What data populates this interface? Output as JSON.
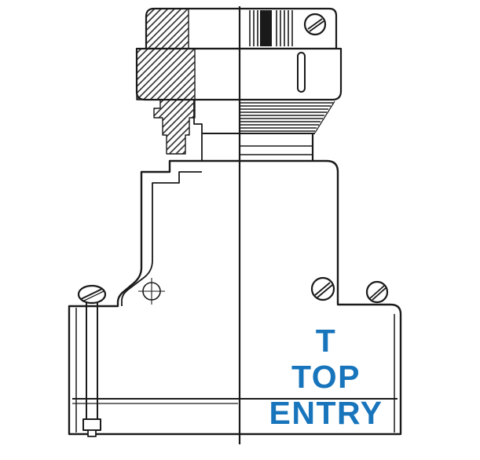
{
  "annotation": {
    "line1": "T",
    "line2": "TOP",
    "line3": "ENTRY"
  },
  "colors": {
    "line": "#1a1a1a",
    "annotation": "#1875bc",
    "background": "#ffffff"
  }
}
